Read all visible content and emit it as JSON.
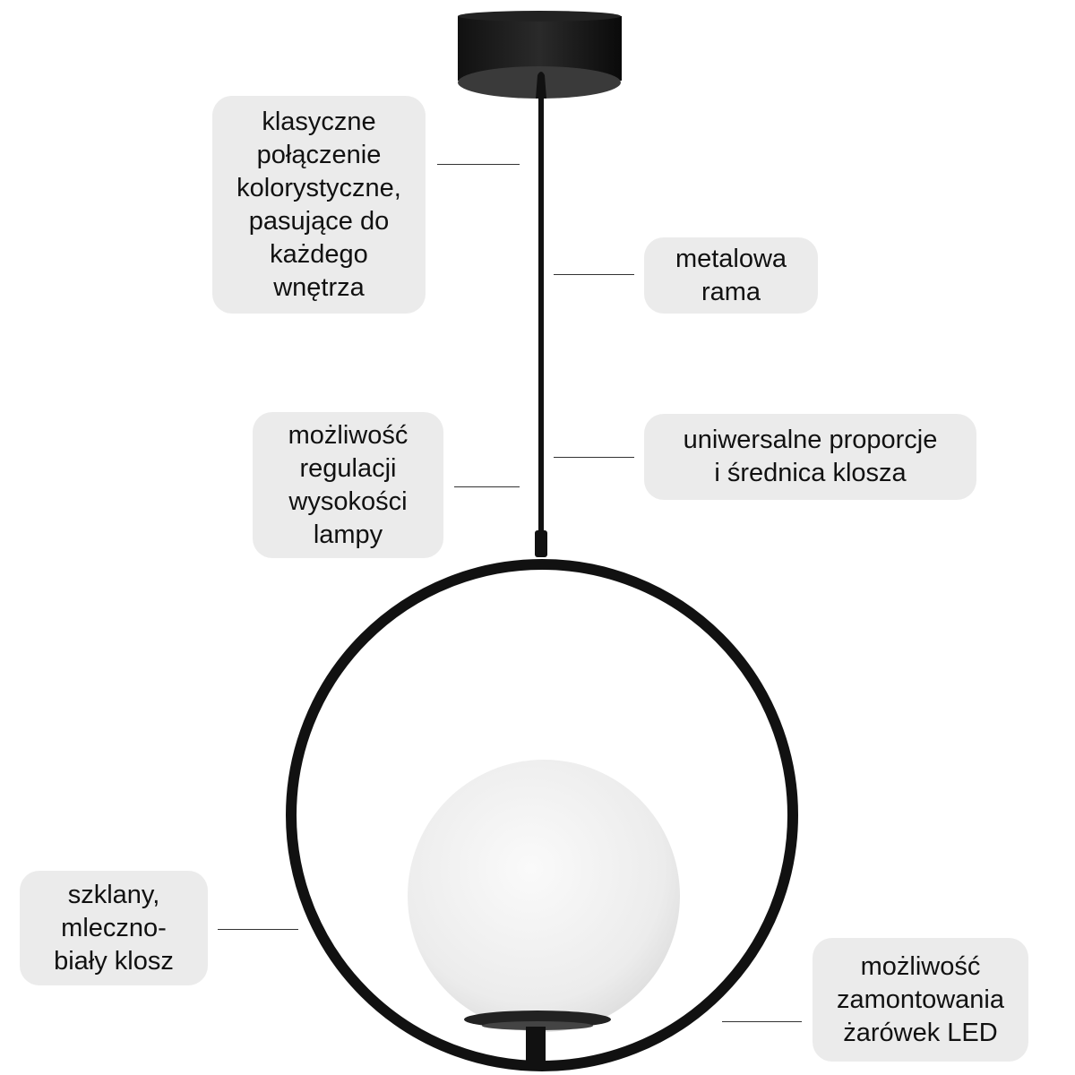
{
  "callouts": [
    {
      "lines": [
        "klasyczne",
        "połączenie",
        "kolorystyczne,",
        "pasujące do",
        "każdego",
        "wnętrza"
      ]
    },
    {
      "lines": [
        "metalowa",
        "rama"
      ]
    },
    {
      "lines": [
        "możliwość",
        "regulacji",
        "wysokości",
        "lampy"
      ]
    },
    {
      "lines": [
        "uniwersalne proporcje",
        "i średnica klosza"
      ]
    },
    {
      "lines": [
        "szklany,",
        "mleczno-",
        "biały klosz"
      ]
    },
    {
      "lines": [
        "możliwość",
        "zamontowania",
        "żarówek LED"
      ]
    }
  ],
  "colors": {
    "callout_bg": "#ebebeb",
    "frame": "#111111",
    "globe": "#f2f2f2"
  }
}
